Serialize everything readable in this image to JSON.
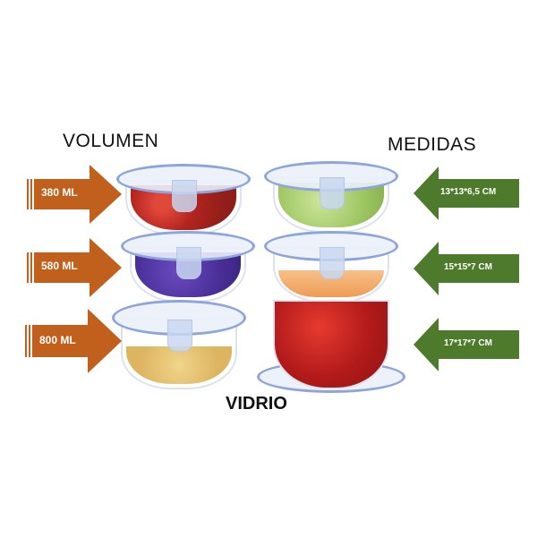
{
  "headings": {
    "volume": "VOLUMEN",
    "measures": "MEDIDAS",
    "material": "VIDRIO"
  },
  "volumes": [
    "380 ML",
    "580 ML",
    "800 ML"
  ],
  "sizes": [
    "13*13*6,5 CM",
    "15*15*7 CM",
    "17*17*7 CM"
  ],
  "colors": {
    "volume_arrow": "#c0601c",
    "size_arrow": "#4e7a2c",
    "lid_seal": "#8ea5dc"
  },
  "contents": {
    "left": [
      "cherry-tomatoes",
      "purple-cabbage",
      "chickpeas"
    ],
    "right": [
      "green-grapes",
      "carrots",
      "strawberries"
    ]
  }
}
